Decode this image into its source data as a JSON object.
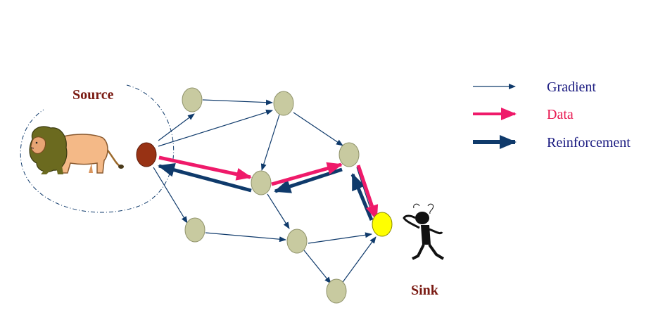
{
  "labels": {
    "source": "Source",
    "sink": "Sink"
  },
  "legend": [
    {
      "label": "Gradient",
      "color": "#1a1a80",
      "arrow_color": "#0f3a6b",
      "kind": "gradient"
    },
    {
      "label": "Data",
      "color": "#e8174f",
      "arrow_color": "#ef1a6a",
      "kind": "data"
    },
    {
      "label": "Reinforcement",
      "color": "#1a1a80",
      "arrow_color": "#0f3a6b",
      "kind": "reinforcement"
    }
  ],
  "colors": {
    "node": "#c8caa0",
    "node_outline": "#8f926a",
    "source_node": "#983214",
    "sink_node": "#ffff00",
    "gradient": "#0f3a6b",
    "data": "#ef1a6a",
    "reinforcement": "#0f3a6b",
    "label_dark_red": "#7a1a12"
  },
  "icons": {
    "source_figure": "lion-icon",
    "sink_figure": "confused-person-icon"
  }
}
